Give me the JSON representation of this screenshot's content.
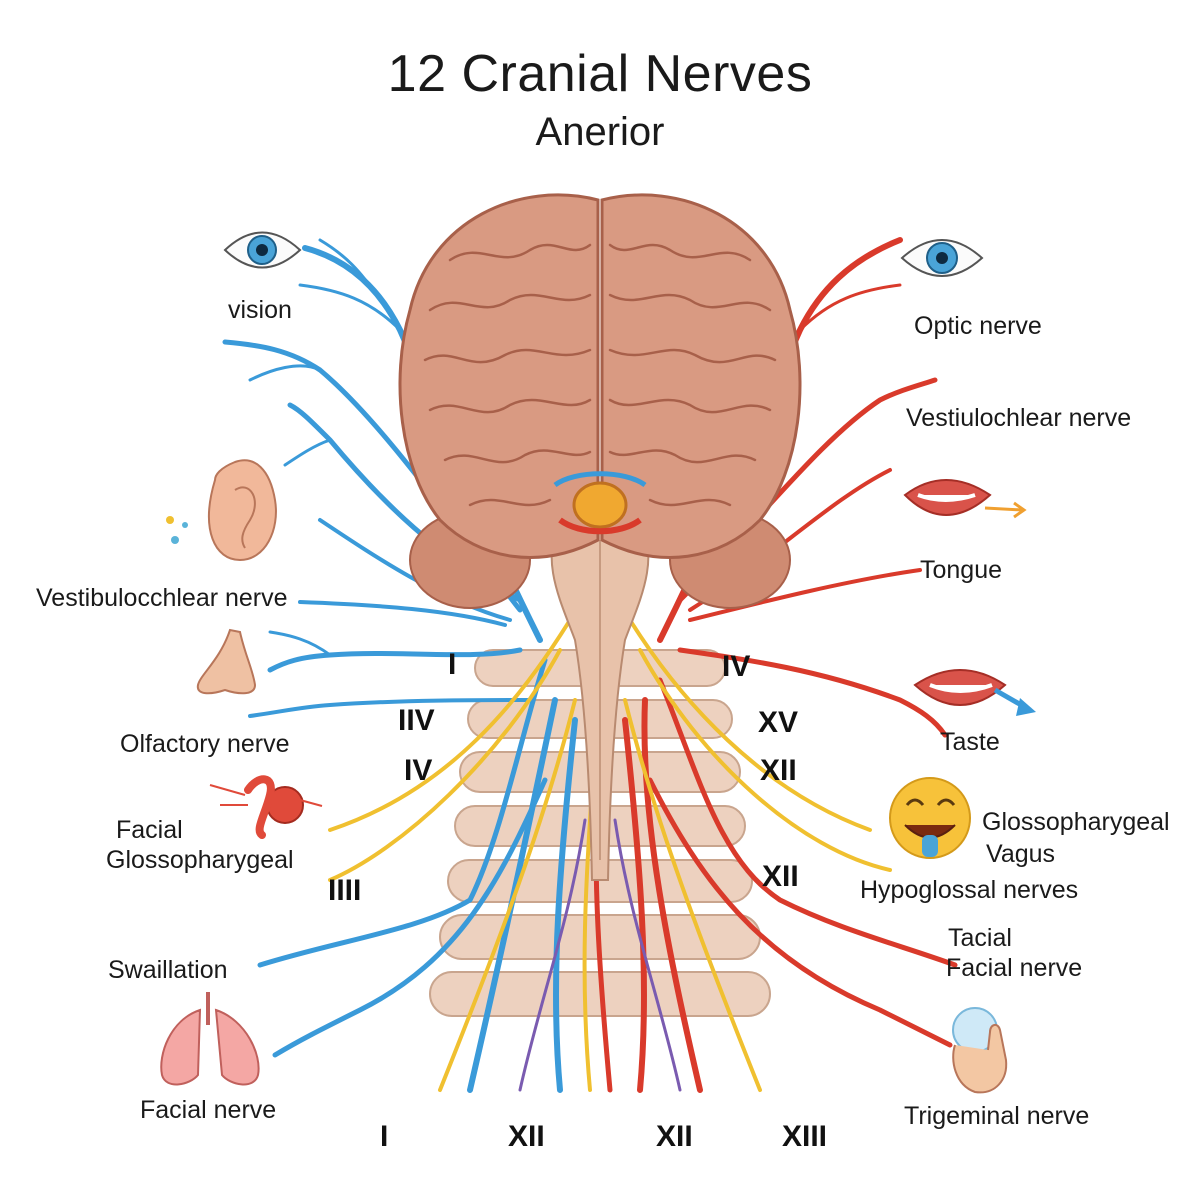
{
  "title": "12 Cranial Nerves",
  "subtitle": "Anerior",
  "labels": {
    "vision": "vision",
    "optic_nerve": "Optic nerve",
    "vestiulochlear_nerve": "Vestiulochlear nerve",
    "vestibulocchlear_nerve": "Vestibulocchlear nerve",
    "tongue": "Tongue",
    "olfactory_nerve": "Olfactory nerve",
    "taste": "Taste",
    "facial": "Facial",
    "glossopharygeal_left": "Glossopharygeal",
    "glossopharygeal_right": "Glossopharygeal",
    "vagus": "Vagus",
    "hypoglossal_nerves": "Hypoglossal nerves",
    "swaillation": "Swaillation",
    "tacial": "Tacial",
    "facial_nerve_right": "Facial nerve",
    "facial_nerve_left": "Facial nerve",
    "trigeminal_nerve": "Trigeminal nerve"
  },
  "numerals": {
    "left_1": "I",
    "left_2": "IIV",
    "left_3": "IV",
    "left_4": "IIII",
    "right_1": "IV",
    "right_2": "XV",
    "right_3": "XII",
    "right_4": "XII",
    "bottom_1": "I",
    "bottom_2": "XII",
    "bottom_3": "XII",
    "bottom_4": "XIII"
  },
  "colors": {
    "sensory_nerve": "#3a9ad9",
    "motor_nerve": "#d93a2b",
    "mixed_nerve": "#f0c030",
    "brain": "#d99a82",
    "brain_dark": "#a8604a",
    "brainstem": "#e8c2aa"
  },
  "icons": [
    "eye-icon",
    "ear-icon",
    "nose-icon",
    "heart-icon",
    "lungs-icon",
    "lips-icon",
    "tongue-emoji-icon",
    "hand-icon"
  ]
}
